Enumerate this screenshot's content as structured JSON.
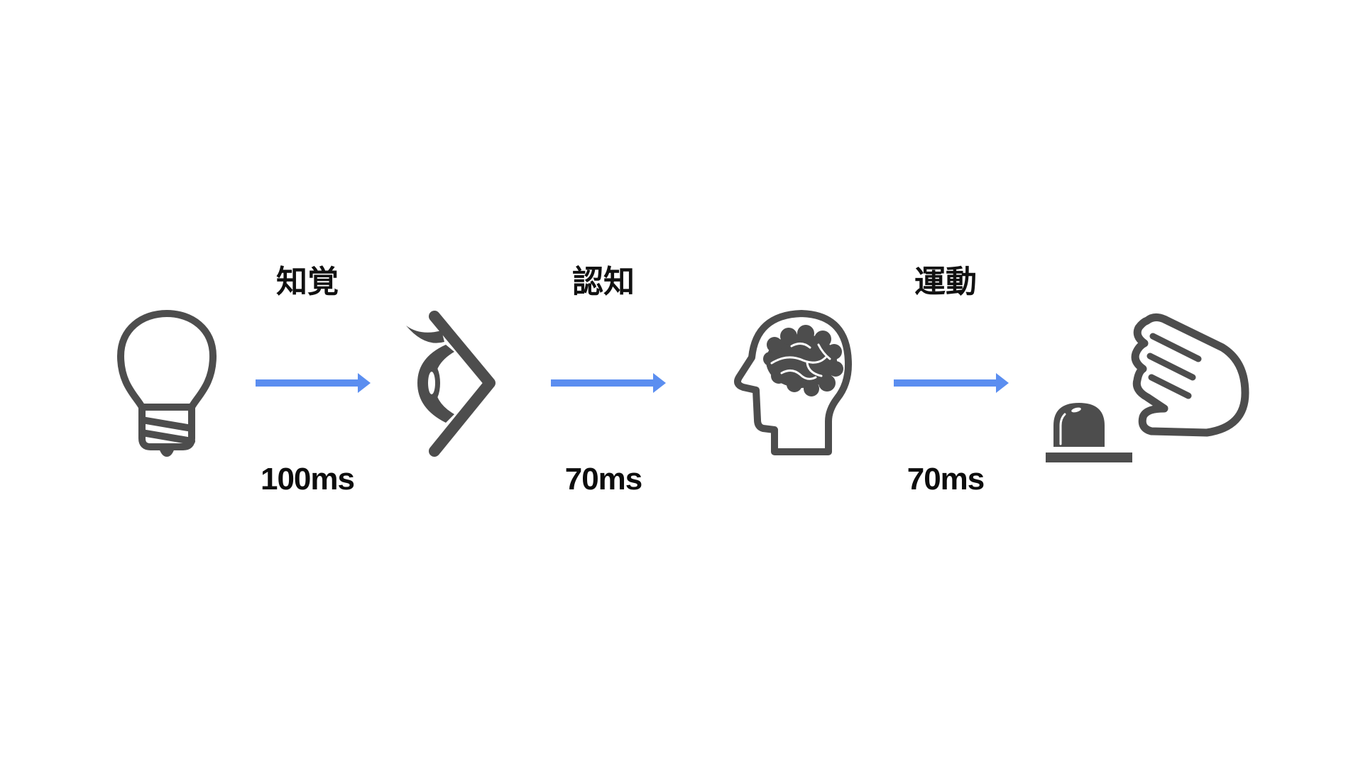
{
  "diagram": {
    "colors": {
      "icon": "#4d4d4d",
      "arrow": "#5b8ef0",
      "text": "#111111",
      "background": "#ffffff"
    },
    "nodes": [
      {
        "id": "stimulus",
        "icon": "lightbulb-icon"
      },
      {
        "id": "perception",
        "icon": "eye-icon"
      },
      {
        "id": "cognition",
        "icon": "head-brain-icon"
      },
      {
        "id": "motor",
        "icon": "hand-pressing-button-icon"
      }
    ],
    "stages": [
      {
        "label": "知覚",
        "time": "100ms"
      },
      {
        "label": "認知",
        "time": "70ms"
      },
      {
        "label": "運動",
        "time": "70ms"
      }
    ]
  }
}
